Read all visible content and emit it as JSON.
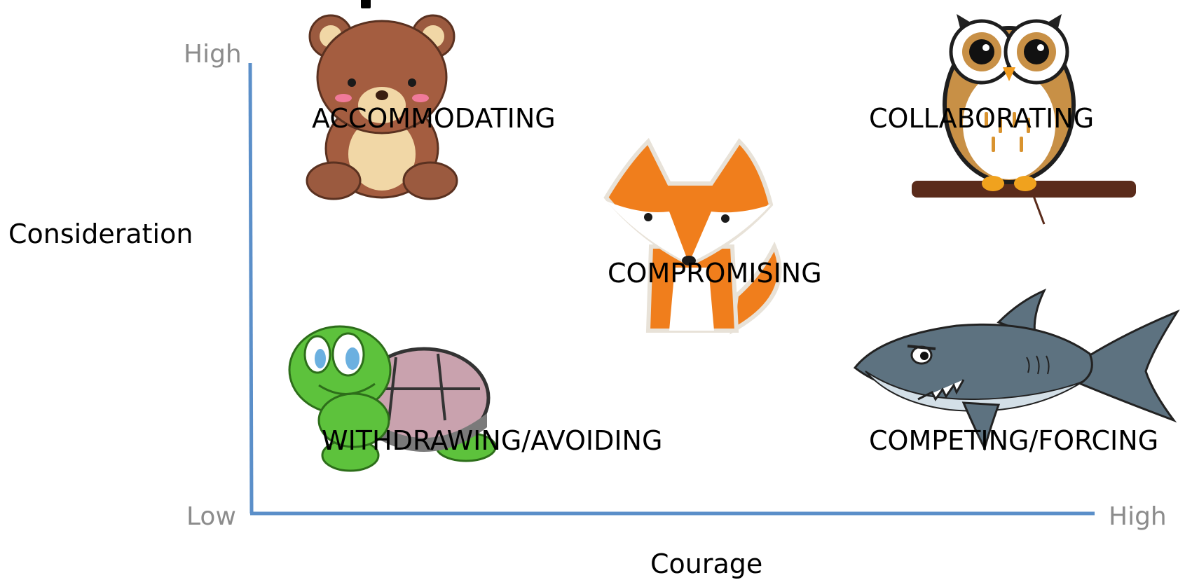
{
  "axes": {
    "y_label": "Consideration",
    "x_label": "Courage",
    "y_high": "High",
    "x_low": "Low",
    "x_high": "High",
    "axis_color": "#5b8fc9",
    "end_label_color": "#8c8c8c"
  },
  "styles": {
    "accommodating": {
      "label": "ACCOMMODATING",
      "animal": "bear-icon"
    },
    "collaborating": {
      "label": "COLLABORATING",
      "animal": "owl-icon"
    },
    "compromising": {
      "label": "COMPROMISING",
      "animal": "fox-icon"
    },
    "withdrawing": {
      "label": "WITHDRAWING/AVOIDING",
      "animal": "turtle-icon"
    },
    "competing": {
      "label": "COMPETING/FORCING",
      "animal": "shark-icon"
    }
  }
}
